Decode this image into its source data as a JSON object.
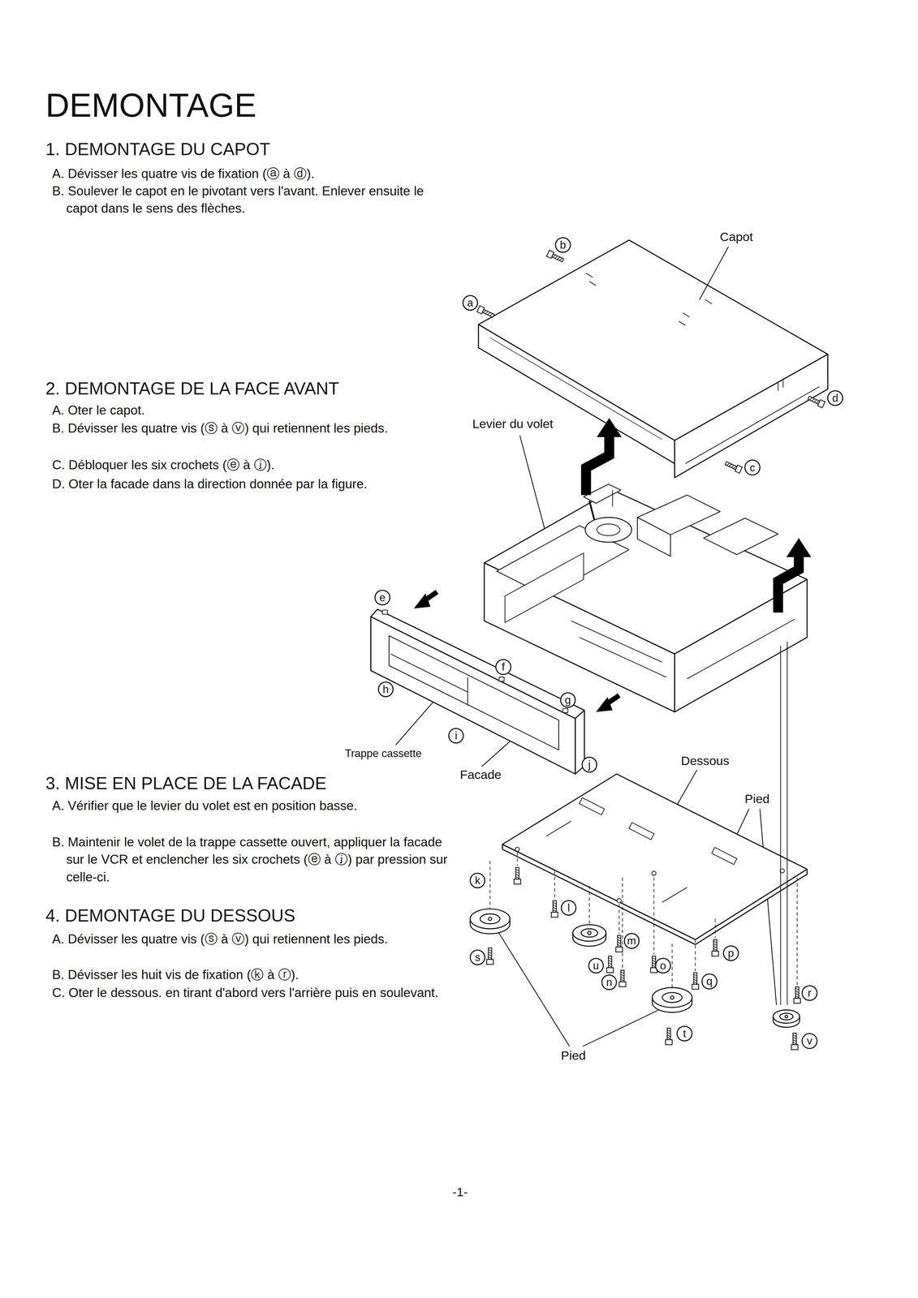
{
  "diagram": {
    "title": "DEMONTAGE",
    "labels": [
      "1. DEMONTAGE DU CAPOT",
      "A. Dévisser les quatre vis de fixation (ⓐ à ⓓ).",
      "B. Soulever le capot en le pivotant vers l'avant. Enlever ensuite le capot dans le sens des flèches.",
      "2. DEMONTAGE DE LA FACE AVANT",
      "A. Oter le capot.",
      "B. Dévisser les quatre vis (ⓢ à ⓥ) qui retiennent les pieds.",
      "C. Débloquer les six crochets (ⓔ à ⓙ).",
      "D. Oter la facade dans la direction donnée par la figure.",
      "3. MISE EN PLACE DE LA FACADE",
      "A. Vérifier que le levier du volet est en position basse.",
      "B. Maintenir le volet de la trappe cassette ouvert, appliquer la facade sur le VCR et enclencher les six crochets (ⓔ à ⓙ) par pression sur celle-ci.",
      "4. DEMONTAGE DU DESSOUS",
      "A. Dévisser les quatre vis (ⓢ à ⓥ) qui retiennent les pieds.",
      "B. Dévisser les huit vis de fixation (ⓚ à ⓡ).",
      "C. Oter le dessous. en tirant d'abord vers l'arrière puis en soulevant.",
      "Capot",
      "Levier du volet",
      "Trappe cassette",
      "Facade",
      "Dessous",
      "Pied",
      "Pied",
      "-1-",
      "a",
      "b",
      "c",
      "d",
      "e",
      "f",
      "g",
      "h",
      "i",
      "j",
      "k",
      "l",
      "m",
      "n",
      "o",
      "p",
      "q",
      "r",
      "s",
      "t",
      "u",
      "v"
    ]
  }
}
